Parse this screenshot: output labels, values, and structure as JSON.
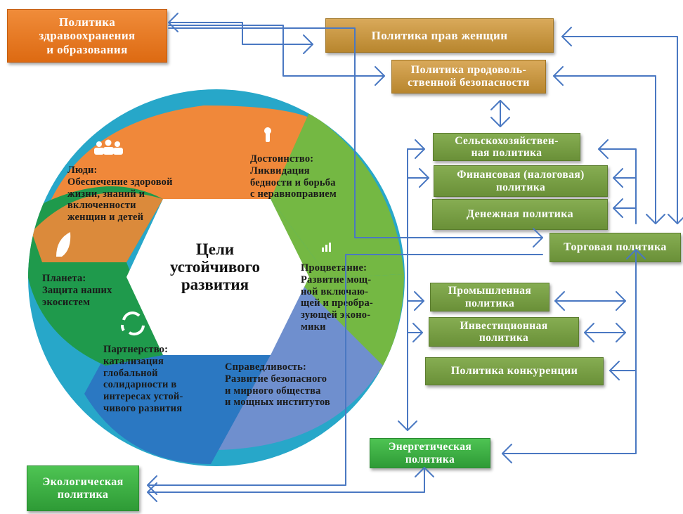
{
  "center": {
    "title": "Цели\nустойчивого\nразвития"
  },
  "segments": {
    "people": "Люди:\nОбеспечение здоровой\nжизни, знаний и\nвключенности\nженщин и детей",
    "dignity": "Достоинство:\nЛиквидация\nбедности и борьба\nс неравноправием",
    "prosperity": "Процветание:\nРазвитие мощ-\nной включаю-\nщей и преобра-\nзующей эконо-\nмики",
    "justice": "Справедливость:\nРазвитие безопасного\nи мирного общества\nи мощных институтов",
    "partnership": "Партнерство:\nкатализация\nглобальной\nсолидарности в\nинтересах устой-\nчивого развития",
    "planet": "Планета:\nЗащита наших\nэкосистем"
  },
  "segment_colors": {
    "orange": "#f0883a",
    "green_light": "#74b843",
    "blue_light": "#6f8fce",
    "blue": "#2b78c2",
    "green": "#1f9a4c",
    "teal": "#27a7c9"
  },
  "icons": [
    "people-icon",
    "keyhole-icon",
    "bar-chart-icon",
    "scales-icon",
    "cycle-icon",
    "leaf-icon"
  ],
  "boxes": {
    "health_education": "Политика\nздравоохранения\nи образования",
    "women_rights": "Политика прав женщин",
    "food_security": "Политика продоволь-\nственной безопасности",
    "agricultural": "Сельскохозяйствен-\nная политика",
    "financial": "Финансовая (налоговая)\nполитика",
    "monetary": "Денежная политика",
    "trade": "Торговая политика",
    "industrial": "Промышленная\nполитика",
    "investment": "Инвестиционная\nполитика",
    "competition": "Политика конкуренции",
    "energy": "Энергетическая\nполитика",
    "ecological": "Экологическая\nполитика"
  },
  "arrow_color": "#4a78c2"
}
